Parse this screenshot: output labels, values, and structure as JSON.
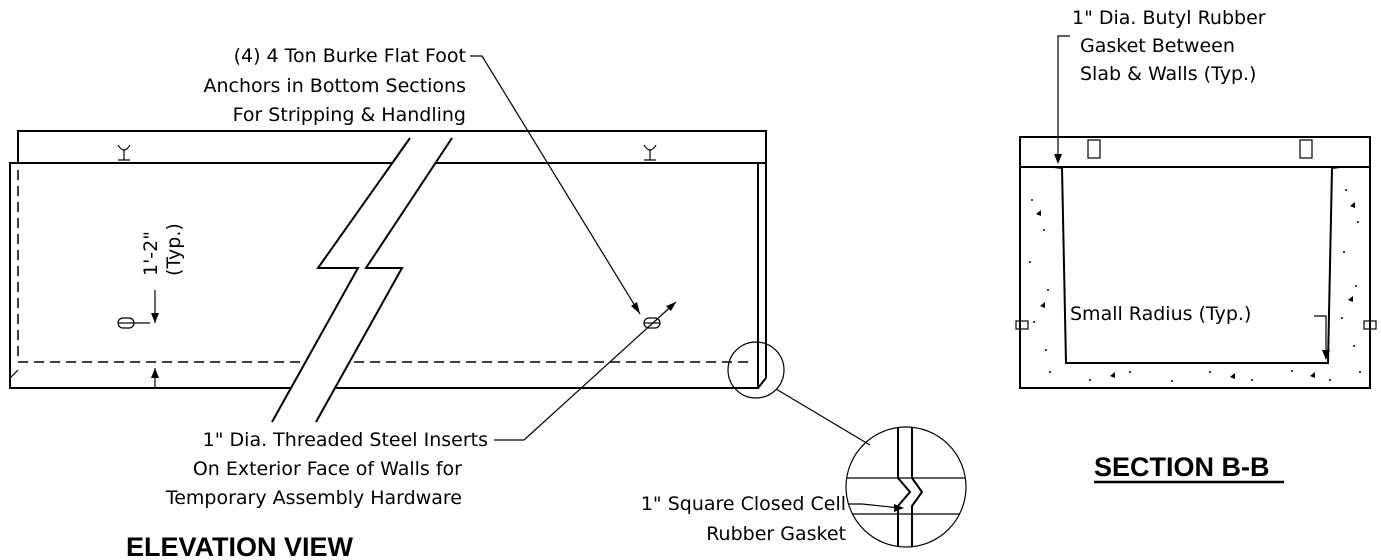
{
  "elevation": {
    "title": "ELEVATION VIEW",
    "anchor_note": [
      "(4) 4 Ton Burke Flat Foot",
      "Anchors in Bottom Sections",
      "For Stripping & Handling"
    ],
    "dimension": [
      "1'-2\"",
      "(Typ.)"
    ],
    "insert_note": [
      "1\" Dia. Threaded Steel Inserts",
      "On Exterior Face of Walls for",
      "Temporary Assembly Hardware"
    ],
    "gasket_note": [
      "1\" Square Closed Cell",
      "Rubber Gasket"
    ]
  },
  "section": {
    "title": "SECTION B-B",
    "gasket_note": [
      "1\" Dia. Butyl Rubber",
      "Gasket Between",
      "Slab & Walls (Typ.)"
    ],
    "radius_note": "Small Radius (Typ.)"
  },
  "colors": {
    "ink": "#000000",
    "paper": "#ffffff"
  }
}
